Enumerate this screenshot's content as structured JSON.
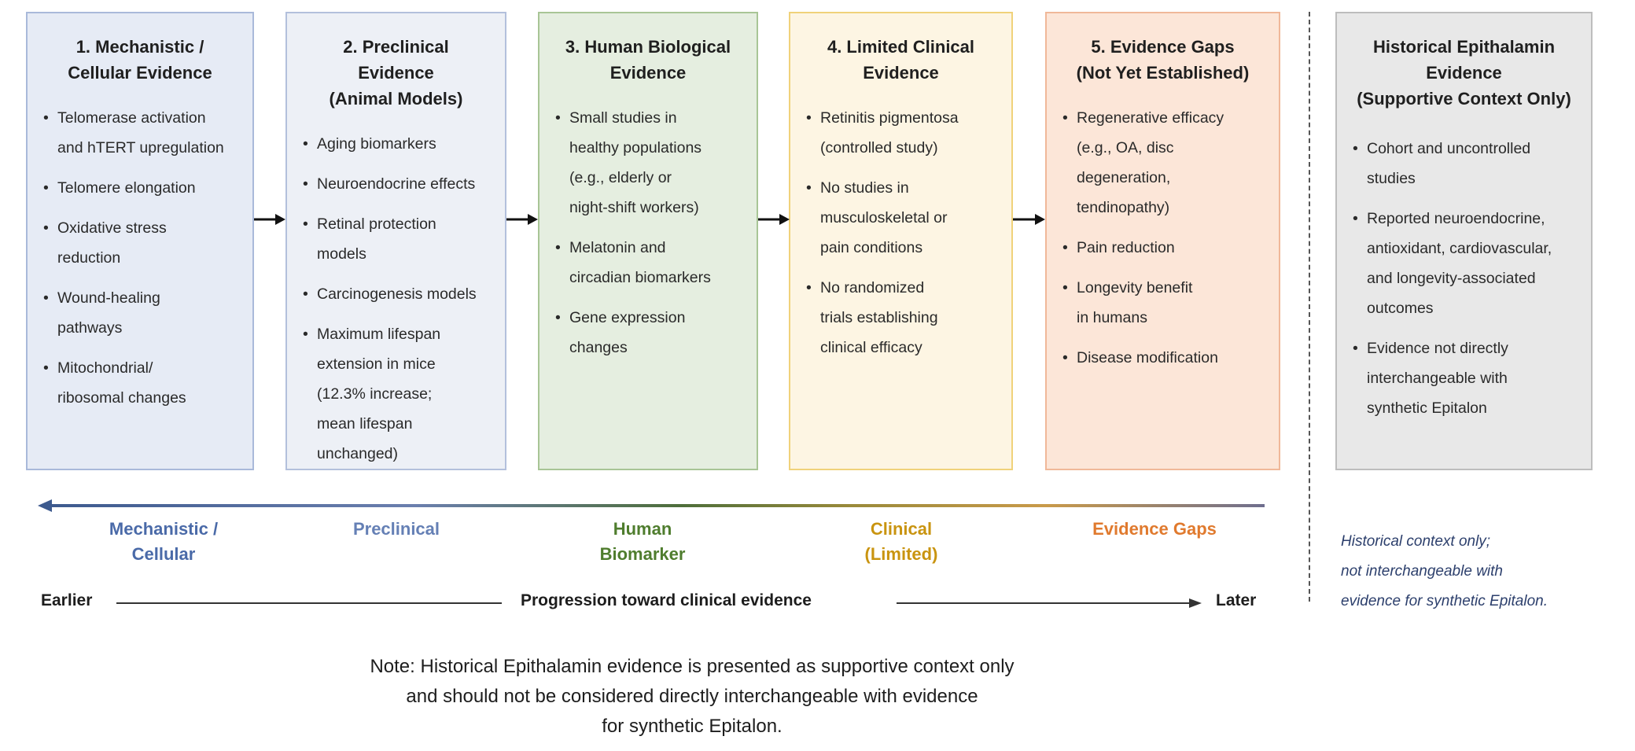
{
  "boxes": [
    {
      "title": "1. Mechanistic /\nCellular Evidence",
      "items": [
        "Telomerase activation\nand hTERT upregulation",
        "Telomere elongation",
        "Oxidative stress\nreduction",
        "Wound-healing\npathways",
        "Mitochondrial/\nribosomal changes"
      ]
    },
    {
      "title": "2. Preclinical\nEvidence\n(Animal Models)",
      "items": [
        "Aging biomarkers",
        "Neuroendocrine effects",
        "Retinal protection\nmodels",
        "Carcinogenesis models",
        "Maximum lifespan\nextension in mice\n(12.3% increase;\nmean lifespan\nunchanged)"
      ]
    },
    {
      "title": "3. Human Biological\nEvidence",
      "items": [
        "Small studies in\nhealthy populations\n(e.g., elderly or\nnight-shift workers)",
        "Melatonin and\ncircadian biomarkers",
        "Gene expression\nchanges"
      ]
    },
    {
      "title": "4. Limited Clinical\nEvidence",
      "items": [
        "Retinitis pigmentosa\n(controlled study)",
        "No studies in\nmusculoskeletal or\npain conditions",
        "No randomized\ntrials establishing\nclinical efficacy"
      ]
    },
    {
      "title": "5. Evidence Gaps\n(Not Yet Established)",
      "items": [
        "Regenerative efficacy\n(e.g., OA, disc\ndegeneration,\ntendinopathy)",
        "Pain reduction",
        "Longevity benefit\nin humans",
        "Disease modification"
      ]
    },
    {
      "title": "Historical Epithalamin\nEvidence\n(Supportive Context Only)",
      "items": [
        "Cohort and uncontrolled\nstudies",
        "Reported neuroendocrine,\nantioxidant, cardiovascular,\nand longevity-associated\noutcomes",
        "Evidence not directly\ninterchangeable with\nsynthetic Epitalon"
      ]
    }
  ],
  "stages": [
    {
      "label": "Mechanistic /\nCellular",
      "color": "#4a6aa8"
    },
    {
      "label": "Preclinical",
      "color": "#6580b5"
    },
    {
      "label": "Human\nBiomarker",
      "color": "#4f7d2e"
    },
    {
      "label": "Clinical\n(Limited)",
      "color": "#c99410"
    },
    {
      "label": "Evidence Gaps",
      "color": "#e07a2e"
    }
  ],
  "progression": {
    "left": "Earlier",
    "center": "Progression toward clinical evidence",
    "right": "Later"
  },
  "historical_note": "Historical context only;\nnot interchangeable with\nevidence for synthetic Epitalon.",
  "footnote": "Note: Historical Epithalamin evidence is presented as supportive context only\nand should not be considered directly interchangeable with evidence\nfor synthetic Epitalon."
}
